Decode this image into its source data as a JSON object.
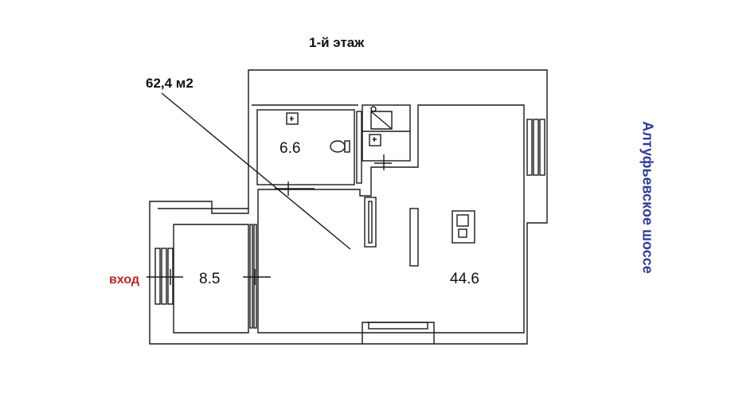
{
  "floor_label": "1-й этаж",
  "total_area": "62,4 м2",
  "entrance_label": "вход",
  "street_label": "Алтуфьевское шоссе",
  "rooms": [
    {
      "id": "room-1",
      "area": "6.6"
    },
    {
      "id": "room-2",
      "area": "8.5"
    },
    {
      "id": "room-3",
      "area": "44.6"
    }
  ],
  "colors": {
    "walls": "#1a1a1a",
    "entrance": "#c3262a",
    "street": "#2c3a9a"
  }
}
